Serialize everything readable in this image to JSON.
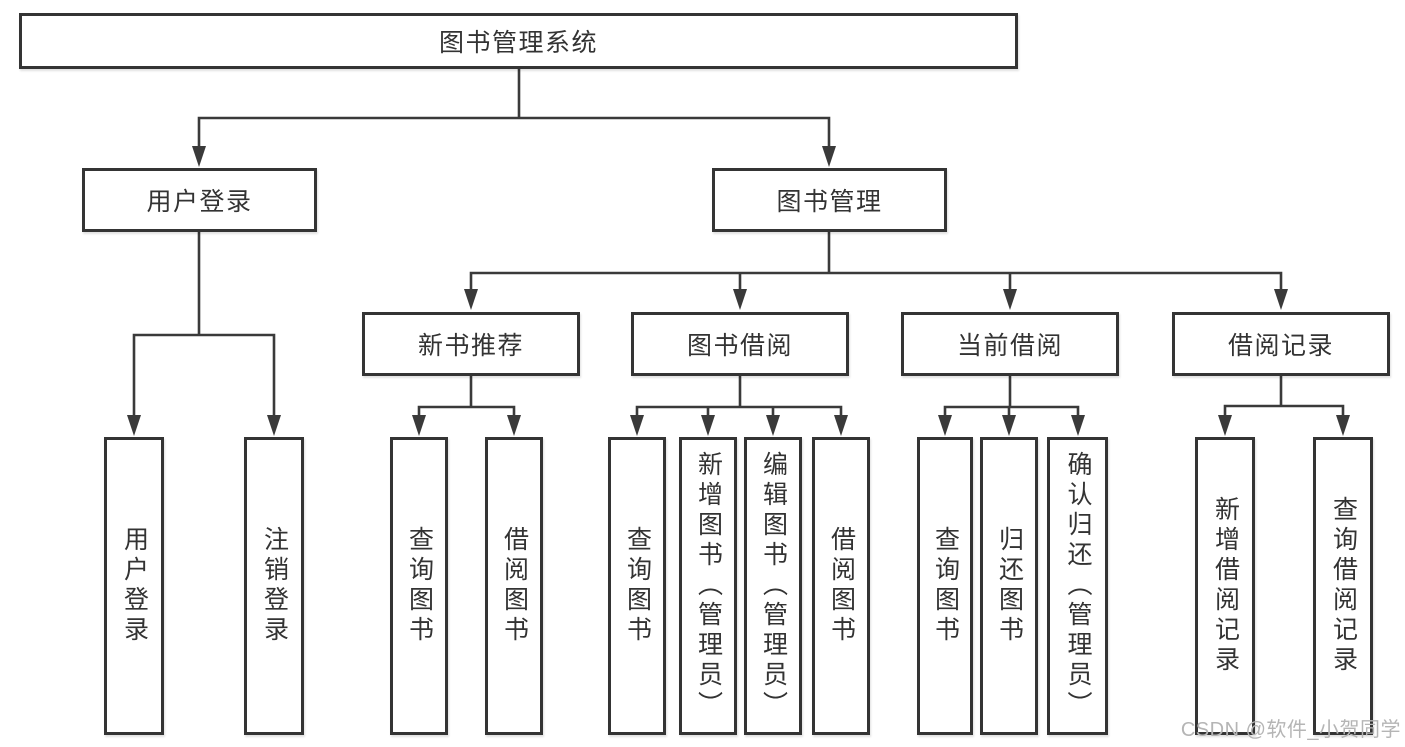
{
  "watermark": "CSDN @软件_小贺同学",
  "colors": {
    "line": "#3a3a3a",
    "box_border": "#343434",
    "text": "#333333",
    "watermark": "#b5b5b5",
    "background": "#ffffff"
  },
  "tree": {
    "label": "图书管理系统",
    "children": [
      {
        "label": "用户登录",
        "children": [
          {
            "label": "用户登录"
          },
          {
            "label": "注销登录"
          }
        ]
      },
      {
        "label": "图书管理",
        "children": [
          {
            "label": "新书推荐",
            "children": [
              {
                "label": "查询图书"
              },
              {
                "label": "借阅图书"
              }
            ]
          },
          {
            "label": "图书借阅",
            "children": [
              {
                "label": "查询图书"
              },
              {
                "label": "新增图书（管理员）"
              },
              {
                "label": "编辑图书（管理员）"
              },
              {
                "label": "借阅图书"
              }
            ]
          },
          {
            "label": "当前借阅",
            "children": [
              {
                "label": "查询图书"
              },
              {
                "label": "归还图书"
              },
              {
                "label": "确认归还（管理员）"
              }
            ]
          },
          {
            "label": "借阅记录",
            "children": [
              {
                "label": "新增借阅记录"
              },
              {
                "label": "查询借阅记录"
              }
            ]
          }
        ]
      }
    ]
  }
}
